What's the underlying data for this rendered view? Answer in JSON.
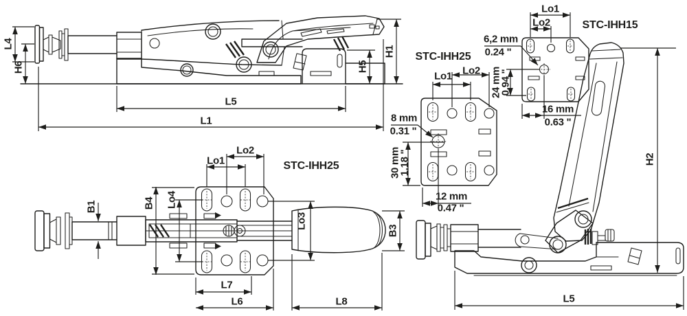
{
  "drawing": {
    "background": "#ffffff",
    "line_color": "#1d1d1b",
    "views": {
      "side_closed": {
        "dims": {
          "l4": "L4",
          "h6": "H6",
          "h5": "H5",
          "h1": "H1",
          "l5": "L5",
          "l1": "L1"
        }
      },
      "hole_pattern_ihh15": {
        "title": "STC-IHH15",
        "dims": {
          "lo1": "Lo1",
          "lo2": "Lo2",
          "hole_mm": "6,2 mm",
          "hole_in": "0.24 \"",
          "vert_mm": "24 mm",
          "vert_in": "0.94 \"",
          "horiz_mm": "16 mm",
          "horiz_in": "0.63 \""
        }
      },
      "hole_pattern_ihh25": {
        "title": "STC-IHH25",
        "dims": {
          "lo1": "Lo1",
          "lo2": "Lo2",
          "hole_mm": "8 mm",
          "hole_in": "0.31 \"",
          "vert_mm": "30 mm",
          "vert_in": "1.18 \"",
          "horiz_mm": "12 mm",
          "horiz_in": "0.47 \""
        }
      },
      "top_view": {
        "title": "STC-IHH25",
        "dims": {
          "b1": "B1",
          "b4": "B4",
          "lo4": "Lo4",
          "lo1": "Lo1",
          "lo2": "Lo2",
          "lo3": "Lo3",
          "b3": "B3",
          "l7": "L7",
          "l6": "L6",
          "l8": "L8"
        }
      },
      "side_open": {
        "dims": {
          "h2": "H2",
          "l5": "L5"
        }
      }
    }
  }
}
